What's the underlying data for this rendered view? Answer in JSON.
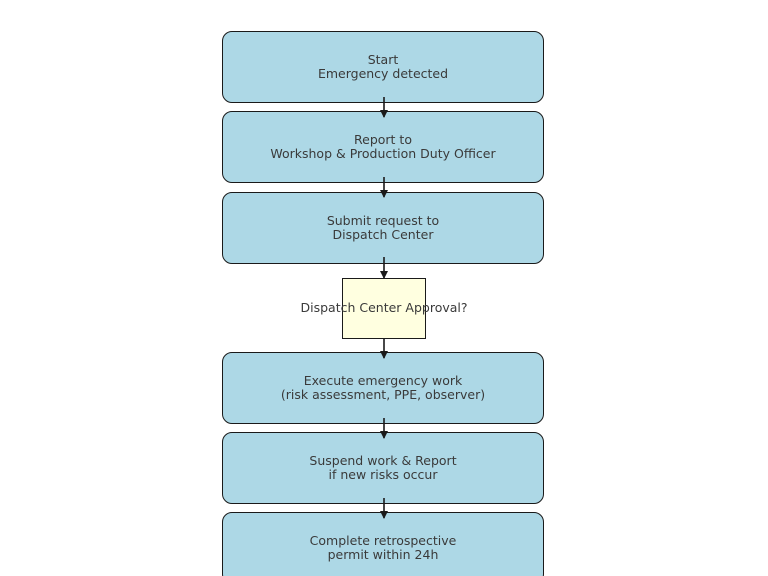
{
  "colors": {
    "process_fill": "#add8e6",
    "decision_fill": "#ffffe0",
    "stroke": "#1a1a1a",
    "text": "#3a3a3a"
  },
  "steps": [
    {
      "line1": "Start",
      "line2": "Emergency detected"
    },
    {
      "line1": "Report to",
      "line2": "Workshop & Production Duty Officer"
    },
    {
      "line1": "Submit request to",
      "line2": "Dispatch Center"
    },
    {
      "line1": "Execute emergency work",
      "line2": "(risk assessment, PPE, observer)"
    },
    {
      "line1": "Suspend work & Report",
      "line2": "if new risks occur"
    },
    {
      "line1": "Complete retrospective",
      "line2": "permit within 24h"
    }
  ],
  "decision": {
    "label": "Dispatch Center Approval?"
  }
}
